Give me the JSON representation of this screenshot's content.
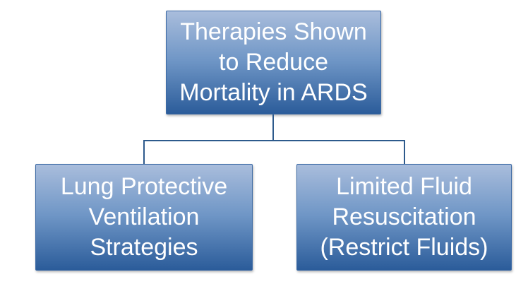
{
  "diagram": {
    "type": "hierarchy-chart",
    "nodes": [
      {
        "id": "therapies-root",
        "label": "Therapies Shown\nto Reduce\nMortality in ARDS"
      },
      {
        "id": "lung-protective",
        "label": "Lung Protective\nVentilation\nStrategies"
      },
      {
        "id": "limited-fluid",
        "label": "Limited Fluid\nResuscitation\n(Restrict Fluids)"
      }
    ],
    "edges": [
      {
        "from": "therapies-root",
        "to": "lung-protective"
      },
      {
        "from": "therapies-root",
        "to": "limited-fluid"
      }
    ]
  },
  "colors": {
    "box_gradient_top": "#a9bddc",
    "box_gradient_mid": "#6f96c6",
    "box_gradient_bottom": "#2b5c9a",
    "box_border": "#3c6aa5",
    "connector": "#2d5a8c",
    "text": "#ffffff",
    "background": "#ffffff"
  }
}
